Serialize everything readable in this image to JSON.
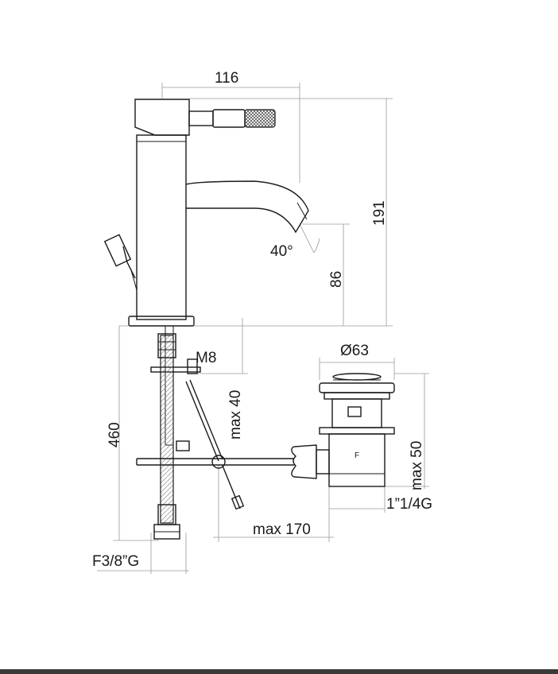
{
  "colors": {
    "ink": "#1a1a1a",
    "dim_line": "#9a9a9a",
    "hose_fill": "#d9d9d9"
  },
  "dimensions": {
    "width_top": "116",
    "height_total": "191",
    "spout_angle": "40°",
    "spout_height": "86",
    "thread_m8": "M8",
    "max_40": "max 40",
    "install_460": "460",
    "waste_diameter": "Ø63",
    "max_50": "max 50",
    "waste_thread": "1”1/4G",
    "max_170": "max 170",
    "hose_thread": "F3/8”G"
  },
  "markings": {
    "waste_letter": "F"
  }
}
